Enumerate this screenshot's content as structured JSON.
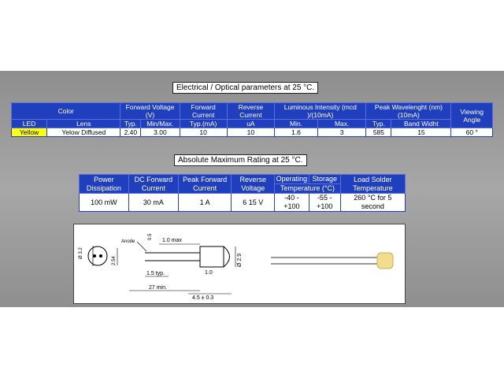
{
  "electrical": {
    "title": "Electrical / Optical parameters at 25 °C.",
    "headers": {
      "color": "Color",
      "forward_voltage": "Forward Voltage (V)",
      "forward_current": "Forward Current",
      "reverse_current": "Reverse Current",
      "luminous_intensity": "Luminous Intensity (mcd )/(10mA)",
      "peak_wavelength": "Peak Wavelenght (nm) (10mA)",
      "viewing_angle": "Viewing Angle"
    },
    "subheaders": {
      "led": "LED",
      "lens": "Lens",
      "typ": "Typ.",
      "min_max": "Min/Max.",
      "typ_ma": "Typ.(mA)",
      "ua": "uA",
      "min": "Min.",
      "max": "Max.",
      "typ2": "Typ.",
      "band_width": "Band Widht"
    },
    "row": {
      "led": "Yellow",
      "lens": "Yelow Diffused",
      "vf_typ": "2.40",
      "vf_max": "3.00",
      "if_typ": "10",
      "ir": "10",
      "iv_min": "1.6",
      "iv_max": "3",
      "peak": "585",
      "bandwidth": "15",
      "angle": "60 °"
    }
  },
  "absolute": {
    "title": "Absolute Maximum Rating at 25 °C.",
    "headers": {
      "power": "Power Dissipation",
      "dc": "DC Forward Current",
      "peak": "Peak Forward Current",
      "reverse": "Reverse Voltage",
      "operating": "Operating",
      "storage": "Storage",
      "temperature": "Temperature (°C)",
      "solder": "Load Solder Temperature"
    },
    "row": {
      "power": "100 mW",
      "dc": "30 mA",
      "peak": "1 A",
      "reverse": "6 15 V",
      "operating": "-40 - +100",
      "storage": "-55 - +100",
      "solder": "260 °C for 5 second"
    }
  },
  "drawing": {
    "dim_32": "Ø 3.2",
    "dim_254": "2.54",
    "anode": "Anode",
    "dim_05": "0.5",
    "dim_10max": "1.0 max",
    "dim_29": "Ø 2.9",
    "dim_15": "1.5 typ.",
    "dim_10": "1.0",
    "dim_27": "27 min.",
    "dim_45": "4.5 ± 0.3"
  },
  "colors": {
    "table_blue": "#1f3fbf",
    "row_yellow": "#ffff00",
    "led_body": "#f3dc8c"
  }
}
